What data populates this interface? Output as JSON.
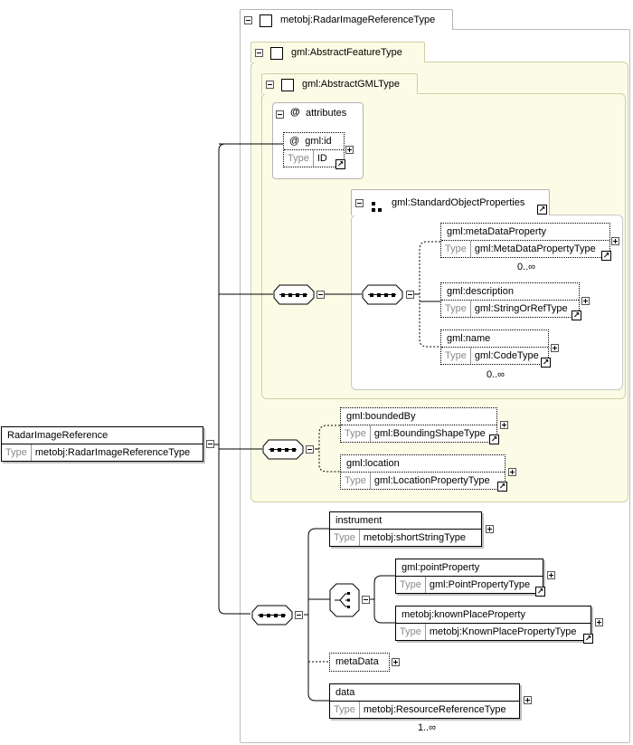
{
  "root": {
    "name": "RadarImageReference",
    "type_label": "Type",
    "type_value": "metobj:RadarImageReferenceType"
  },
  "frames": {
    "radar_type": "metobj:RadarImageReferenceType",
    "abstract_feature": "gml:AbstractFeatureType",
    "abstract_gml": "gml:AbstractGMLType",
    "attributes": "attributes",
    "attributes_icon": "@",
    "standard_props": "gml:StandardObjectProperties"
  },
  "attribute_id": {
    "icon": "@",
    "name": "gml:id",
    "type_label": "Type",
    "type_value": "ID"
  },
  "std_elements": [
    {
      "name": "gml:metaDataProperty",
      "type_label": "Type",
      "type_value": "gml:MetaDataPropertyType",
      "occurs": "0..∞"
    },
    {
      "name": "gml:description",
      "type_label": "Type",
      "type_value": "gml:StringOrRefType",
      "occurs": ""
    },
    {
      "name": "gml:name",
      "type_label": "Type",
      "type_value": "gml:CodeType",
      "occurs": "0..∞"
    }
  ],
  "feature_elements": [
    {
      "name": "gml:boundedBy",
      "type_label": "Type",
      "type_value": "gml:BoundingShapeType"
    },
    {
      "name": "gml:location",
      "type_label": "Type",
      "type_value": "gml:LocationPropertyType"
    }
  ],
  "radar_elements": {
    "instrument": {
      "name": "instrument",
      "type_label": "Type",
      "type_value": "metobj:shortStringType"
    },
    "point_property": {
      "name": "gml:pointProperty",
      "type_label": "Type",
      "type_value": "gml:PointPropertyType"
    },
    "known_place": {
      "name": "metobj:knownPlaceProperty",
      "type_label": "Type",
      "type_value": "metobj:KnownPlacePropertyType"
    },
    "meta_data": {
      "name": "metaData"
    },
    "data": {
      "name": "data",
      "type_label": "Type",
      "type_value": "metobj:ResourceReferenceType",
      "occurs": "1..∞"
    }
  },
  "colors": {
    "yellow_fill": "#fcfce6",
    "border": "#b4b4b4",
    "connector": "#000000"
  }
}
